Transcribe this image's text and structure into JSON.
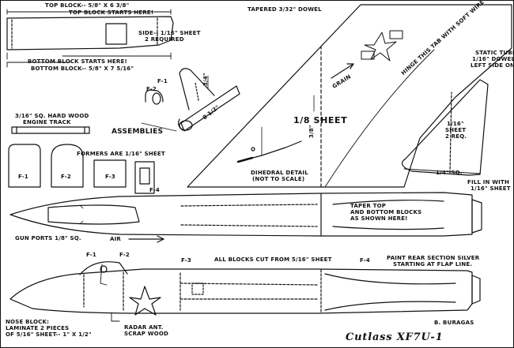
{
  "top_block": {
    "dim": "TOP BLOCK-- 5/8\" X 6 3/8\"",
    "start": "TOP BLOCK STARTS HERE!"
  },
  "side": {
    "line1": "SIDE-- 1/16\" SHEET",
    "line2": "2 REQUIRED"
  },
  "bottom_block": {
    "start": "BOTTOM BLOCK STARTS HERE!",
    "dim": "BOTTOM BLOCK-- 5/8\" X 7 5/16\""
  },
  "dowel": "TAPERED 3/32\" DOWEL",
  "hinge": "HINGE THIS TAB WITH SOFT WIRE",
  "static_tube": {
    "line1": "STATIC TUBE",
    "line2": "1/16\" DOWEL ON",
    "line3": "LEFT SIDE ONLY"
  },
  "grain": "GRAIN",
  "engine_track": {
    "line1": "3/16\" SQ. HARD WOOD",
    "line2": "ENGINE TRACK"
  },
  "assemblies": "ASSEMBLIES",
  "assembly_labels": {
    "f1": "F-1",
    "f2": "F-2",
    "dim_34": "3/4\"",
    "dim_812": "8 1/2\""
  },
  "wing": {
    "sheet": "1/8 SHEET",
    "dim_38": "3/8\""
  },
  "dihedral": {
    "line1": "DIHEDRAL DETAIL",
    "line2": "(NOT TO SCALE)"
  },
  "tail": {
    "line1": "1/16\"",
    "line2": "SHEET",
    "line3": "2 REQ.",
    "sq": "1/4\" SQ."
  },
  "formers": {
    "title": "FORMERS ARE 1/16\" SHEET",
    "f1": "F-1",
    "f2": "F-2",
    "f3": "F-3",
    "f4": "F-4"
  },
  "fill_in": {
    "line1": "FILL IN WITH",
    "line2": "1/16\" SHEET"
  },
  "taper": {
    "line1": "TAPER TOP",
    "line2": "AND BOTTOM BLOCKS",
    "line3": "AS SHOWN HERE!"
  },
  "gun_ports": "GUN PORTS 1/8\" SQ.",
  "air": "AIR",
  "side_view": {
    "f1": "F-1",
    "f2": "F-2",
    "f3": "F-3",
    "f4": "F-4",
    "blocks": "ALL BLOCKS CUT FROM 5/16\" SHEET"
  },
  "paint": {
    "line1": "PAINT REAR SECTION SILVER",
    "line2": "STARTING AT FLAP LINE."
  },
  "nose_block": {
    "line1": "NOSE BLOCK:",
    "line2": "LAMINATE 2 PIECES",
    "line3": "OF 5/16\" SHEET-- 1\" X 1/2\""
  },
  "radar": {
    "line1": "RADAR ANT.",
    "line2": "SCRAP WOOD"
  },
  "credit": "B. BURAGAS",
  "title": "Cutlass XF7U-1",
  "colors": {
    "ink": "#111111",
    "paper": "#ffffff"
  }
}
